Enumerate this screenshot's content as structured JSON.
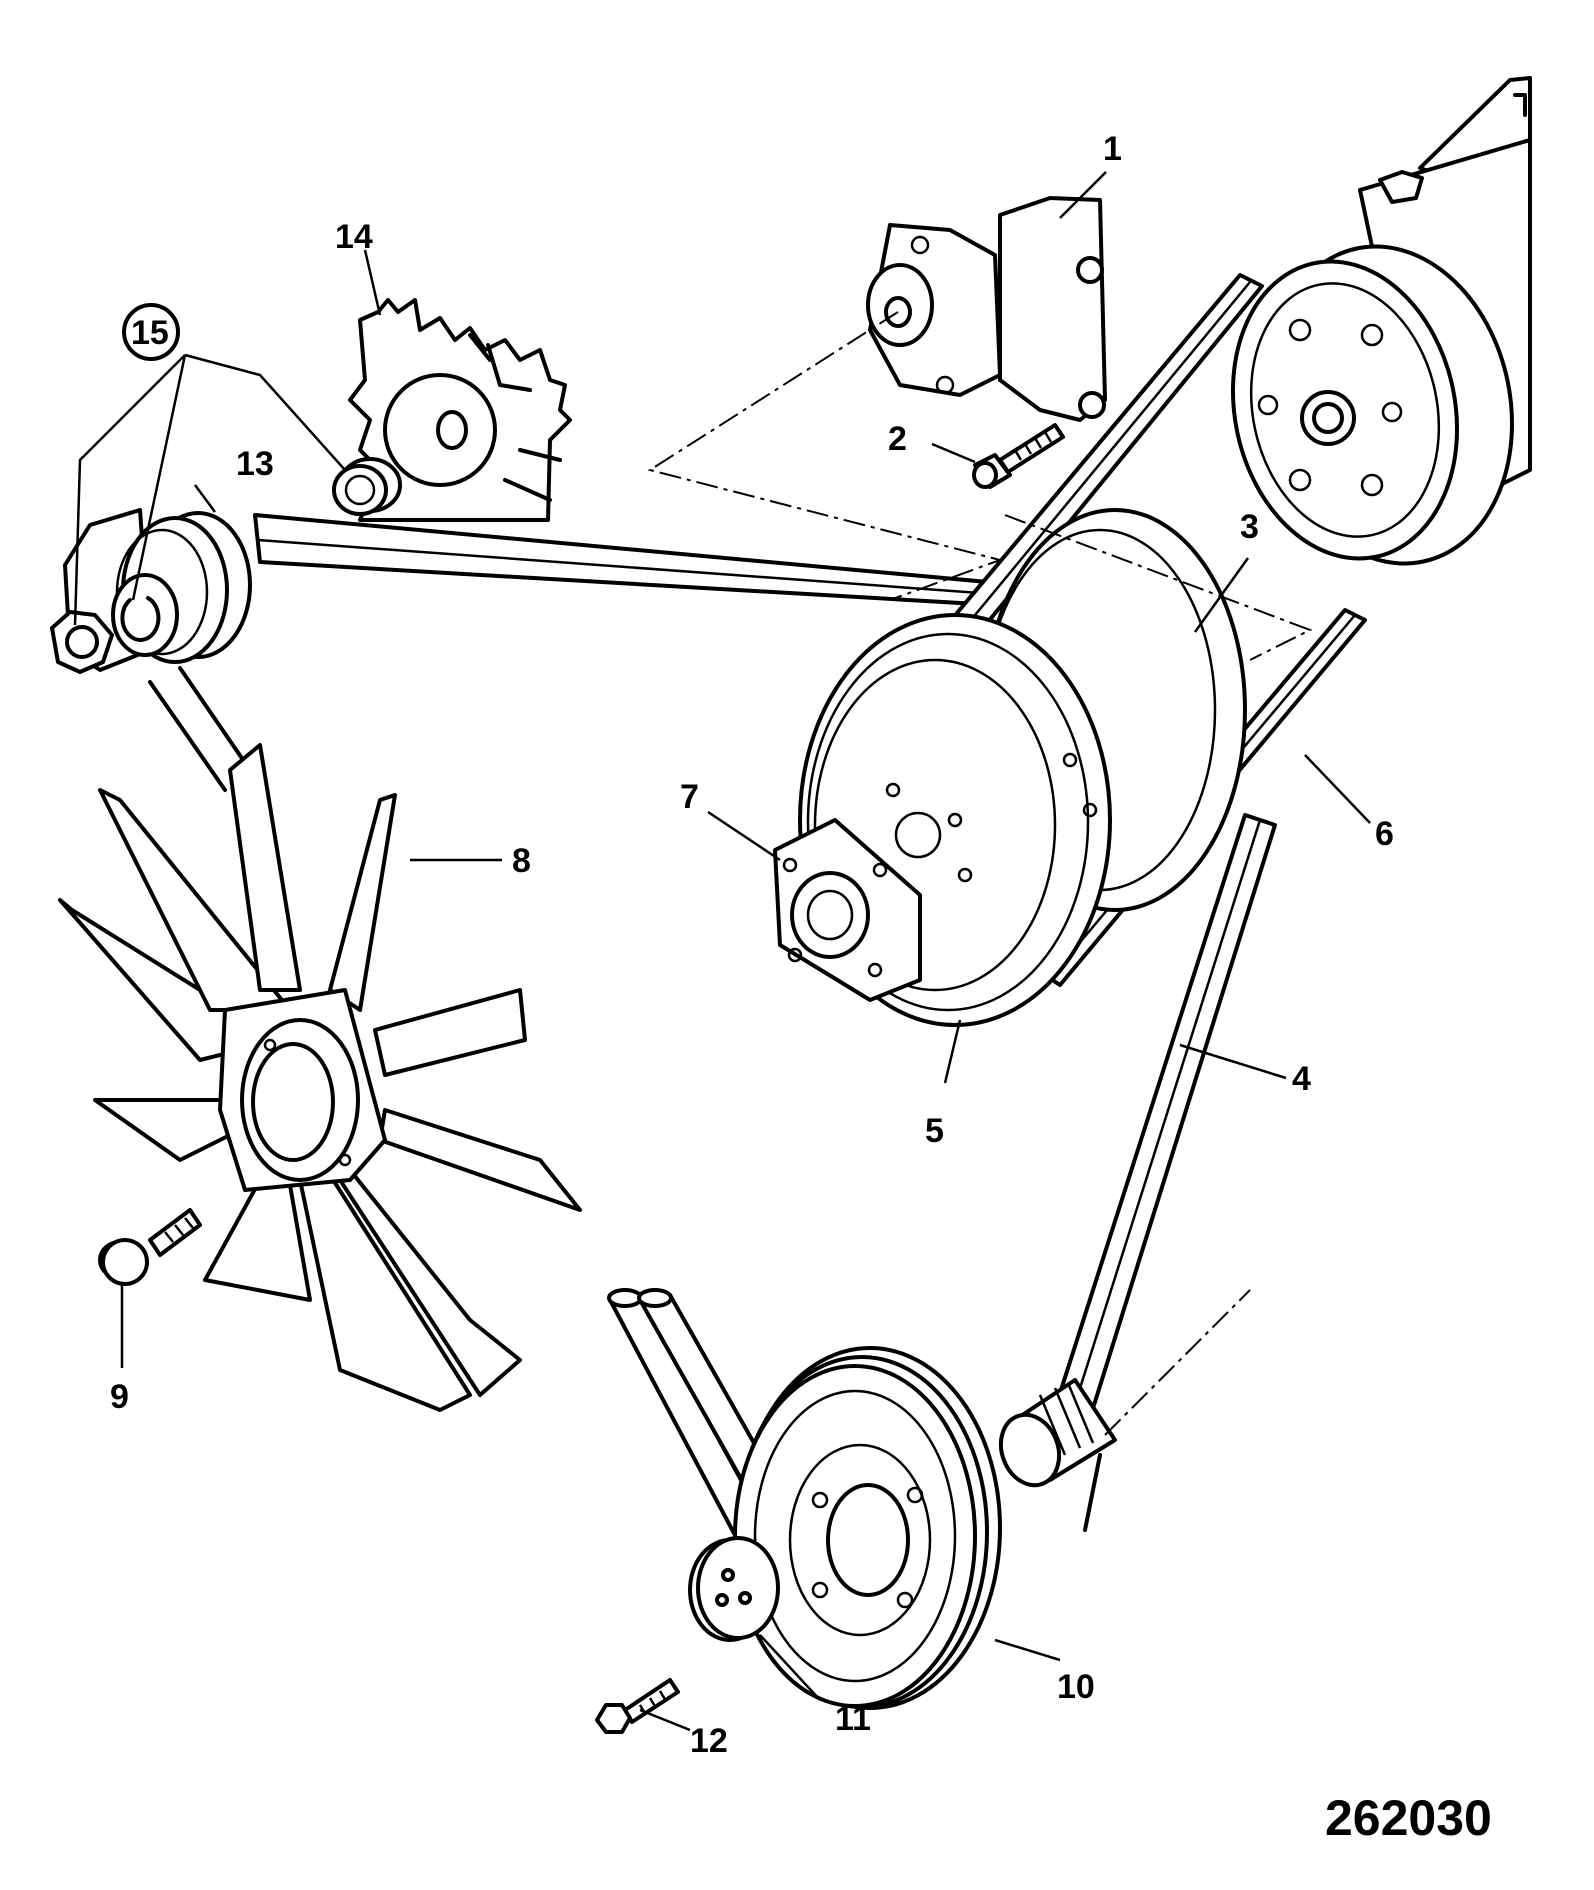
{
  "figure_number": "262030",
  "callouts": {
    "c1": "1",
    "c2": "2",
    "c3": "3",
    "c4": "4",
    "c5": "5",
    "c6": "6",
    "c7": "7",
    "c8": "8",
    "c9": "9",
    "c10": "10",
    "c11": "11",
    "c12": "12",
    "c13": "13",
    "c14": "14",
    "c15": "15"
  }
}
